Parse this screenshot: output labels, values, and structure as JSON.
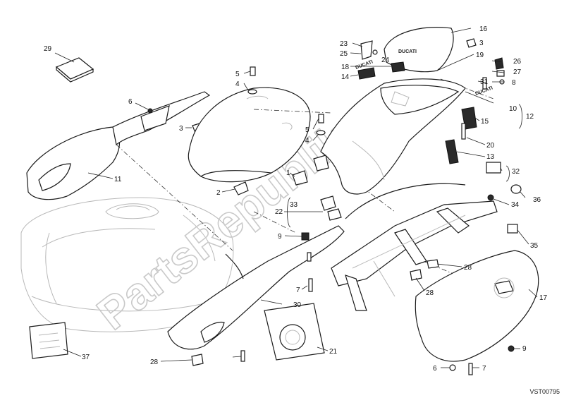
{
  "diagram": {
    "watermark": "PartsRepublik",
    "drawing_code": "VST00795",
    "brand_text": "DUCATI",
    "labels": [
      {
        "id": "1",
        "text": "1"
      },
      {
        "id": "2",
        "text": "2"
      },
      {
        "id": "3a",
        "text": "3"
      },
      {
        "id": "3b",
        "text": "3"
      },
      {
        "id": "4a",
        "text": "4"
      },
      {
        "id": "4b",
        "text": "4"
      },
      {
        "id": "5a",
        "text": "5"
      },
      {
        "id": "5b",
        "text": "5"
      },
      {
        "id": "6a",
        "text": "6"
      },
      {
        "id": "6b",
        "text": "6"
      },
      {
        "id": "7a",
        "text": "7"
      },
      {
        "id": "7b",
        "text": "7"
      },
      {
        "id": "8",
        "text": "8"
      },
      {
        "id": "9a",
        "text": "9"
      },
      {
        "id": "9b",
        "text": "9"
      },
      {
        "id": "10",
        "text": "10"
      },
      {
        "id": "11",
        "text": "11"
      },
      {
        "id": "12",
        "text": "12"
      },
      {
        "id": "13",
        "text": "13"
      },
      {
        "id": "14",
        "text": "14"
      },
      {
        "id": "15",
        "text": "15"
      },
      {
        "id": "16",
        "text": "16"
      },
      {
        "id": "17",
        "text": "17"
      },
      {
        "id": "18",
        "text": "18"
      },
      {
        "id": "19",
        "text": "19"
      },
      {
        "id": "20",
        "text": "20"
      },
      {
        "id": "21",
        "text": "21"
      },
      {
        "id": "22",
        "text": "22"
      },
      {
        "id": "23",
        "text": "23"
      },
      {
        "id": "24",
        "text": "24"
      },
      {
        "id": "25",
        "text": "25"
      },
      {
        "id": "26",
        "text": "26"
      },
      {
        "id": "27",
        "text": "27"
      },
      {
        "id": "28a",
        "text": "28"
      },
      {
        "id": "28b",
        "text": "28"
      },
      {
        "id": "28c",
        "text": "28"
      },
      {
        "id": "29",
        "text": "29"
      },
      {
        "id": "30",
        "text": "30"
      },
      {
        "id": "31",
        "text": "31"
      },
      {
        "id": "32",
        "text": "32"
      },
      {
        "id": "33",
        "text": "33"
      },
      {
        "id": "34",
        "text": "34"
      },
      {
        "id": "35",
        "text": "35"
      },
      {
        "id": "36",
        "text": "36"
      },
      {
        "id": "37",
        "text": "37"
      }
    ]
  }
}
